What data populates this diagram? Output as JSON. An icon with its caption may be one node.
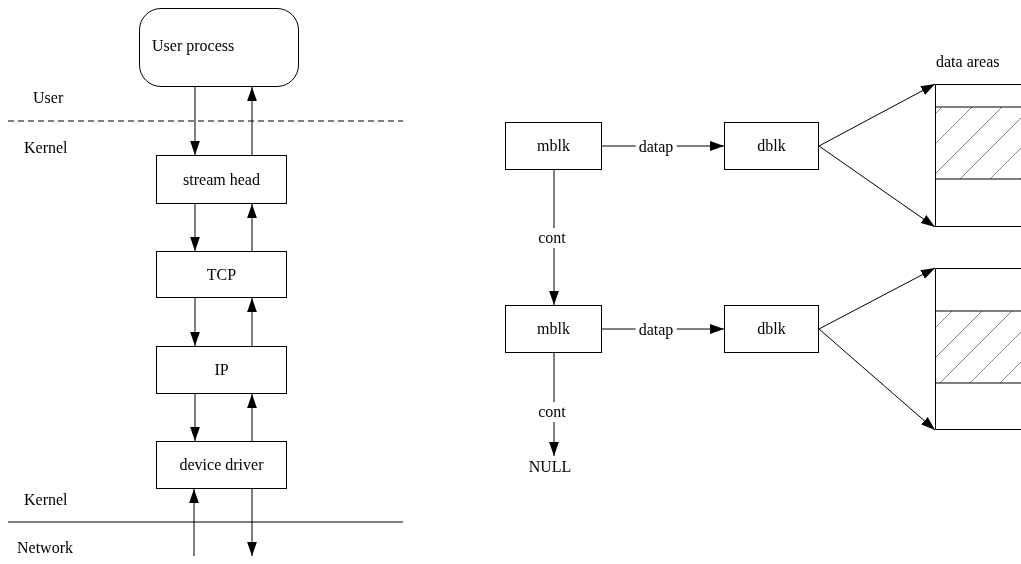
{
  "diagram": {
    "nodes": [
      {
        "text": [
          "User process"
        ]
      },
      {
        "text": [
          "stream head"
        ]
      },
      {
        "text": [
          "TCP"
        ]
      },
      {
        "text": [
          "IP"
        ]
      },
      {
        "text": [
          "device driver"
        ]
      },
      {
        "text": [
          "mblk"
        ]
      },
      {
        "text": [
          "dblk"
        ]
      },
      {
        "text": [],
        "shape": "box"
      },
      {
        "text": [
          "mblk"
        ]
      },
      {
        "text": [
          "dblk"
        ]
      },
      {
        "text": [],
        "shape": "box"
      },
      {
        "text": [
          "NULL"
        ]
      }
    ],
    "edges": [
      {
        "from": 0,
        "to": 1,
        "arrow": "to"
      },
      {
        "from": 1,
        "to": 0,
        "arrow": "to"
      },
      {
        "from": 1,
        "to": 2,
        "arrow": "to"
      },
      {
        "from": 2,
        "to": 1,
        "arrow": "to"
      },
      {
        "from": 2,
        "to": 3,
        "arrow": "to"
      },
      {
        "from": 3,
        "to": 2,
        "arrow": "to"
      },
      {
        "from": 3,
        "to": 4,
        "arrow": "to"
      },
      {
        "from": 4,
        "to": 3,
        "arrow": "to"
      },
      {
        "from": null,
        "to": 4,
        "arrow": "to"
      },
      {
        "from": 4,
        "to": null,
        "arrow": "to"
      },
      {
        "from": 5,
        "to": 6,
        "label": "datap",
        "arrow": "to"
      },
      {
        "from": 6,
        "to": 7,
        "arrow": "to"
      },
      {
        "from": 6,
        "to": 7,
        "arrow": "to"
      },
      {
        "from": 5,
        "to": 8,
        "label": "cont",
        "arrow": "to"
      },
      {
        "from": 8,
        "to": 9,
        "label": "datap",
        "arrow": "to"
      },
      {
        "from": 9,
        "to": 10,
        "arrow": "to"
      },
      {
        "from": 9,
        "to": 10,
        "arrow": "to"
      },
      {
        "from": 8,
        "to": 11,
        "label": "cont",
        "arrow": "to"
      }
    ],
    "labels": [
      "data areas",
      "User",
      "Kernel",
      "Kernel",
      "Network"
    ]
  }
}
